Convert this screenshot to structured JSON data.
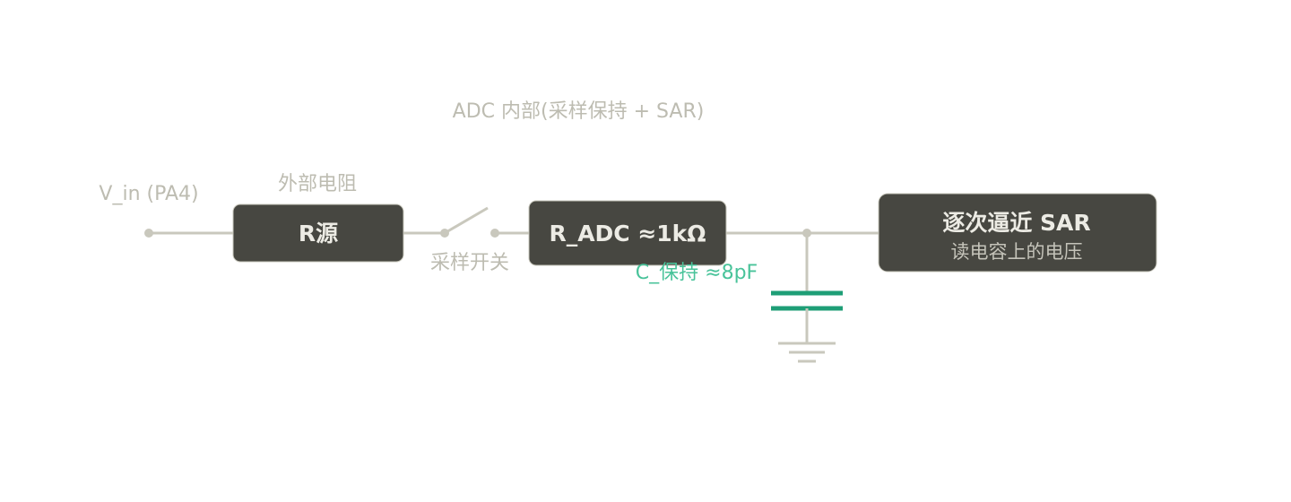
{
  "diagram": {
    "section_label": "ADC 内部(采样保持 + SAR)",
    "input_label": "V_in (PA4)",
    "external_resistor": {
      "caption": "外部电阻",
      "label": "R源"
    },
    "switch_label": "采样开关",
    "adc_resistor_label": "R_ADC ≈1kΩ",
    "hold_capacitor_label": "C_保持 ≈8pF",
    "sar_block": {
      "title": "逐次逼近 SAR",
      "subtitle": "读电容上的电压"
    }
  },
  "colors": {
    "wire": "#c9c8bd",
    "box_fill": "#474741",
    "capacitor": "#1e9e76",
    "capacitor_label": "#49c39a",
    "muted_text": "#bdbcb1"
  }
}
